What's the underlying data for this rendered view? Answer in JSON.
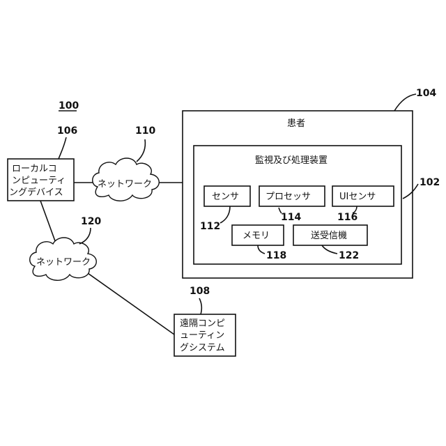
{
  "labels": {
    "system_ref": "100",
    "local_device": [
      "ローカルコ",
      "ンピューティ",
      "ングデバイス"
    ],
    "local_ref": "106",
    "network1": "ネットワーク",
    "network1_ref": "110",
    "network2": "ネットワーク",
    "network2_ref": "120",
    "remote_system": [
      "遠隔コンピ",
      "ューティン",
      "グシステム"
    ],
    "remote_ref": "108",
    "patient": "患者",
    "patient_ref": "104",
    "device": "監視及び処理装置",
    "device_ref": "102",
    "sensor": "センサ",
    "sensor_ref": "112",
    "processor": "プロセッサ",
    "processor_ref": "114",
    "ui_sensor": "UIセンサ",
    "ui_sensor_ref": "116",
    "memory": "メモリ",
    "memory_ref": "118",
    "transceiver": "送受信機",
    "transceiver_ref": "122"
  }
}
